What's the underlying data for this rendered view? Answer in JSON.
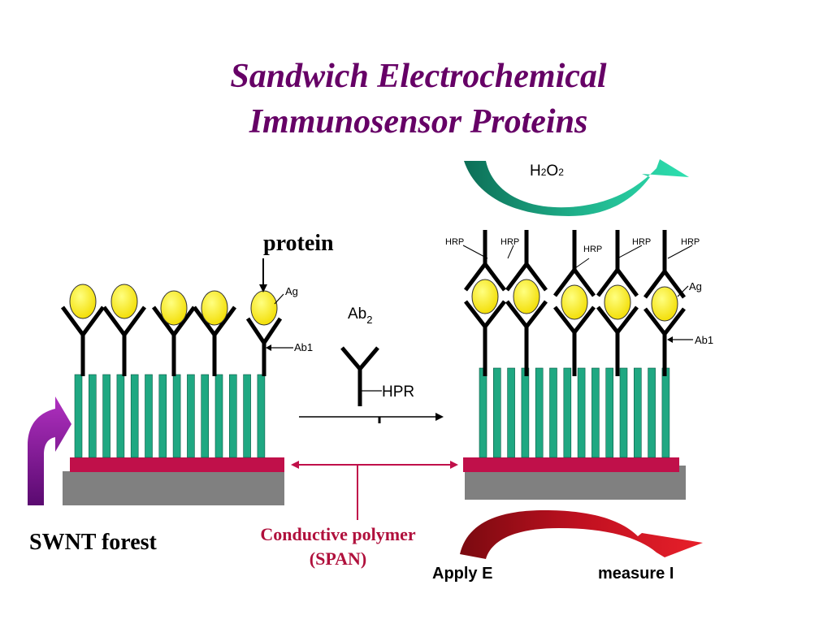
{
  "title": {
    "line1": "Sandwich Electrochemical",
    "line2": "Immunosensor Proteins"
  },
  "labels": {
    "protein": "protein",
    "ag_left": "Ag",
    "ab1_left": "Ab1",
    "ab2_base": "Ab",
    "ab2_sub": "2",
    "hpr": "HPR",
    "h2o2_h": "H",
    "h2o2_sub1": "2",
    "h2o2_o": "O",
    "h2o2_sub2": "2",
    "hrp": [
      "HRP",
      "HRP",
      "HRP",
      "HRP",
      "HRP"
    ],
    "ag_right": "Ag",
    "ab1_right": "Ab1",
    "swnt": "SWNT forest",
    "polymer_line1": "Conductive polymer",
    "polymer_line2": "(SPAN)",
    "apply": "Apply E",
    "measure": "measure I"
  },
  "colors": {
    "title": "#660066",
    "nanotube": "#1fa882",
    "polymer": "#c0104a",
    "substrate": "#808080",
    "antigen": "#ffee00",
    "arrow_green": "#1fb08a",
    "arrow_red": "#c01020",
    "arrow_purple": "#8a1a9a",
    "polymer_label": "#b0103c"
  }
}
